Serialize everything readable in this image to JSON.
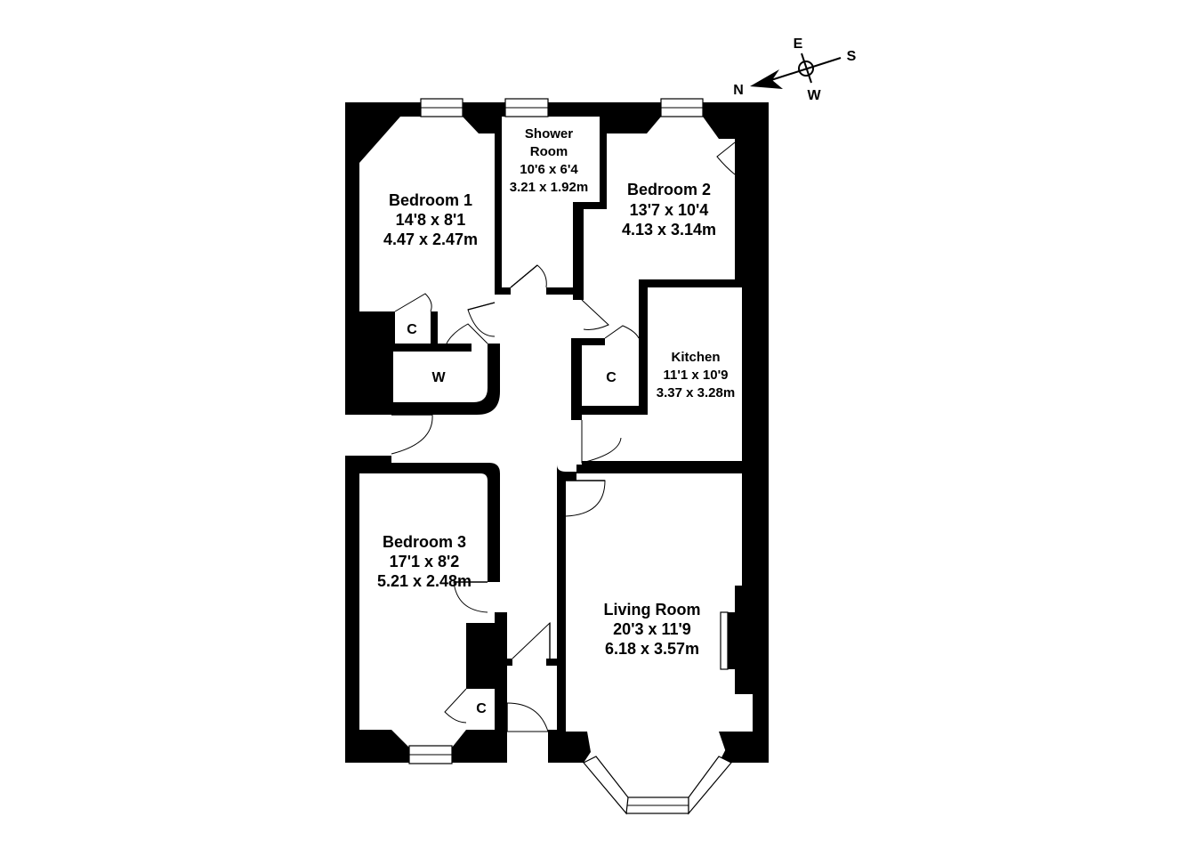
{
  "compass": {
    "n": "N",
    "e": "E",
    "s": "S",
    "w": "W"
  },
  "rooms": {
    "bedroom1": {
      "name": "Bedroom 1",
      "imperial": "14'8 x 8'1",
      "metric": "4.47 x 2.47m"
    },
    "shower": {
      "name_line1": "Shower",
      "name_line2": "Room",
      "imperial": "10'6 x 6'4",
      "metric": "3.21 x 1.92m"
    },
    "bedroom2": {
      "name": "Bedroom 2",
      "imperial": "13'7 x 10'4",
      "metric": "4.13 x 3.14m"
    },
    "kitchen": {
      "name": "Kitchen",
      "imperial": "11'1 x 10'9",
      "metric": "3.37 x 3.28m"
    },
    "bedroom3": {
      "name": "Bedroom 3",
      "imperial": "17'1 x 8'2",
      "metric": "5.21 x 2.48m"
    },
    "living": {
      "name": "Living Room",
      "imperial": "20'3 x 11'9",
      "metric": "6.18 x 3.57m"
    }
  },
  "cupboards": {
    "c_bed1": "C",
    "c_bed2": "C",
    "c_hall": "C",
    "c_bed3": "C",
    "wardrobe": "W"
  }
}
